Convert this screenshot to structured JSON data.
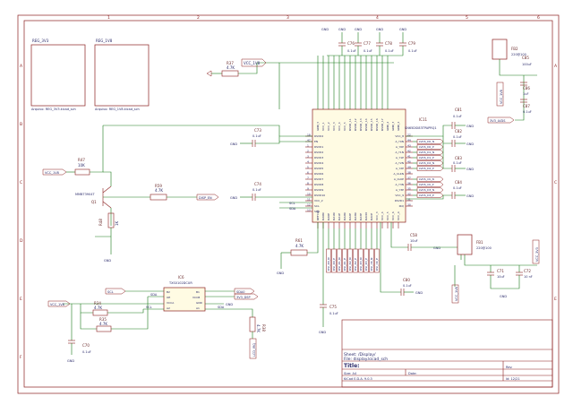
{
  "sheet_symbols": [
    {
      "name": "REG_3V3",
      "file": "Arquivo: REG_3V3.kicad_sch"
    },
    {
      "name": "REG_1V8",
      "file": "Arquivo: REG_1V8.kicad_sch"
    }
  ],
  "components": {
    "r37": {
      "ref": "R37",
      "value": "4.7K"
    },
    "r47": {
      "ref": "R47",
      "value": "10K"
    },
    "r59": {
      "ref": "R59",
      "value": "4.7K"
    },
    "r48": {
      "ref": "R48",
      "value": "1K"
    },
    "r61": {
      "ref": "R61",
      "value": "4.7K"
    },
    "r34": {
      "ref": "R34",
      "value": "4.7K"
    },
    "r35": {
      "ref": "R35",
      "value": "4.7K"
    },
    "r38": {
      "ref": "R38",
      "value": "4.7K"
    },
    "q1": {
      "ref": "Q1",
      "value": "MMBT3904T"
    },
    "u_level": {
      "ref": "IC6",
      "value": "TXS0102DCUR"
    },
    "ic11": {
      "ref": "IC11",
      "value": "SN65DSI83TPAPRQ1"
    },
    "fb2": {
      "ref": "FB2",
      "value": "220@100"
    },
    "fb1": {
      "ref": "FB1",
      "value": "220@100"
    },
    "c76": {
      "ref": "C76",
      "value": "0.1uF"
    },
    "c77": {
      "ref": "C77",
      "value": "0.1uF"
    },
    "c78": {
      "ref": "C78",
      "value": "0.1uF"
    },
    "c79": {
      "ref": "C79",
      "value": "0.1uF"
    },
    "c73": {
      "ref": "C73",
      "value": "0.1uF"
    },
    "c74": {
      "ref": "C74",
      "value": "0.1uF"
    },
    "c80": {
      "ref": "C80",
      "value": "0.1uF"
    },
    "c75": {
      "ref": "C75",
      "value": "0.1uF"
    },
    "c58": {
      "ref": "C58",
      "value": "10uF"
    },
    "c81": {
      "ref": "C81",
      "value": "0.1uF"
    },
    "c82": {
      "ref": "C82",
      "value": "0.1uF"
    },
    "c83": {
      "ref": "C83",
      "value": "0.1uF"
    },
    "c84": {
      "ref": "C84",
      "value": "0.1uF"
    },
    "c85": {
      "ref": "C85",
      "value": "100uF"
    },
    "c86": {
      "ref": "C86",
      "value": "1uF"
    },
    "c87": {
      "ref": "C87",
      "value": "0.1uF"
    },
    "c71": {
      "ref": "C71",
      "value": "10uF"
    },
    "c72": {
      "ref": "C72",
      "value": "10 nF"
    },
    "c70": {
      "ref": "C70",
      "value": "0.1uF"
    }
  },
  "ic11_left_pins": [
    "RSVD2",
    "EN",
    "RSVD1",
    "RSVD2",
    "RSVD3",
    "RSVD4",
    "RSVD5",
    "RSVD6",
    "RSVD7",
    "RSVD8",
    "RSVD9",
    "RSVD10",
    "VCC_2",
    "SCL",
    "SDA"
  ],
  "ic11_left_numbers": [
    "18",
    "47",
    "1",
    "2",
    "3",
    "4",
    "5",
    "6",
    "7",
    "8",
    "9",
    "10",
    "11",
    "12",
    "13"
  ],
  "ic11_right_pins": [
    "VCC_8",
    "A_Y0N",
    "A_Y0P",
    "A_Y1N",
    "A_Y1P",
    "A_Y2N",
    "A_Y2P",
    "A_CLKN",
    "A_CLKP",
    "A_Y3N",
    "A_Y3P",
    "VCC_9",
    "RSVD1",
    "IRQ"
  ],
  "ic11_right_numbers": [
    "22",
    "44",
    "43",
    "42",
    "41",
    "40",
    "39",
    "38",
    "37",
    "36",
    "35",
    "32",
    "31",
    "30"
  ],
  "ic11_top_pins": [
    "GND_5",
    "VCC_1",
    "VCC_2",
    "VCC_3",
    "VCC_4",
    "VCC_5",
    "RSVD_11",
    "RSVD_12",
    "RSVD_13",
    "RSVD_14",
    "RSVD_15",
    "RSVD_16",
    "RSVD_17",
    "GND_2",
    "GND_3",
    "GND_4"
  ],
  "ic11_bottom_pins": [
    "REFCLK",
    "DA0N",
    "DA0P",
    "DA1N",
    "DA1P",
    "DA2N",
    "DA2P",
    "DA3N",
    "DA3P",
    "DACN",
    "DACP",
    "VCC_3",
    "VCC_4",
    "VCC_5",
    "VCC_6",
    "VCC_A"
  ],
  "lvds_labels": [
    "LVDS_D0_N",
    "LVDS_D0_P",
    "LVDS_D1_N",
    "LVDS_D1_P",
    "LVDS_D2_N",
    "LVDS_D2_P",
    "LVDS_CK_N",
    "LVDS_CK_P",
    "LVDS_D3_N",
    "LVDS_D3_P"
  ],
  "dsi_labels": [
    "DSI_D0_N",
    "DSI_D0_P",
    "DSI_D1_N",
    "DSI_D1_P",
    "DSI_D2_N",
    "DSI_D2_P",
    "DSI_D3_N",
    "DSI_D3_P",
    "DSI_CK_N",
    "DSI_CK_P"
  ],
  "net_labels": {
    "vcc_1v8_a": "VCC_1V8",
    "vcc_1v8_b": "VCC_1V8",
    "vcc_1v8_c": "VCC_1V8",
    "vcc_1v8_d": "VCC_1V8",
    "vcc_3v3_a": "VCC_3V3",
    "v3v3_lvds": "3V3_LVDS",
    "disp_en": "DISP_EN",
    "scl": "SCL",
    "sda": "SDA",
    "scl_out": "SDA0",
    "sda_out": "3V3_DSP",
    "irq": "LCD_IRQ",
    "vcc_out": "VCC_1V8",
    "gnd": "GND"
  },
  "zones_top": [
    "1",
    "2",
    "3",
    "4",
    "5",
    "6"
  ],
  "zones_side": [
    "A",
    "B",
    "C",
    "D",
    "E",
    "F"
  ],
  "title_block": {
    "sheet": "Sheet: /Display/",
    "file": "File: display.kicad_sch",
    "title_label": "Title:",
    "size_label": "Size: A4",
    "date_label": "Date:",
    "rev_label": "Rev:",
    "kicad": "KiCad E.D.A.  9.0.3",
    "id": "Id: 12/21"
  }
}
